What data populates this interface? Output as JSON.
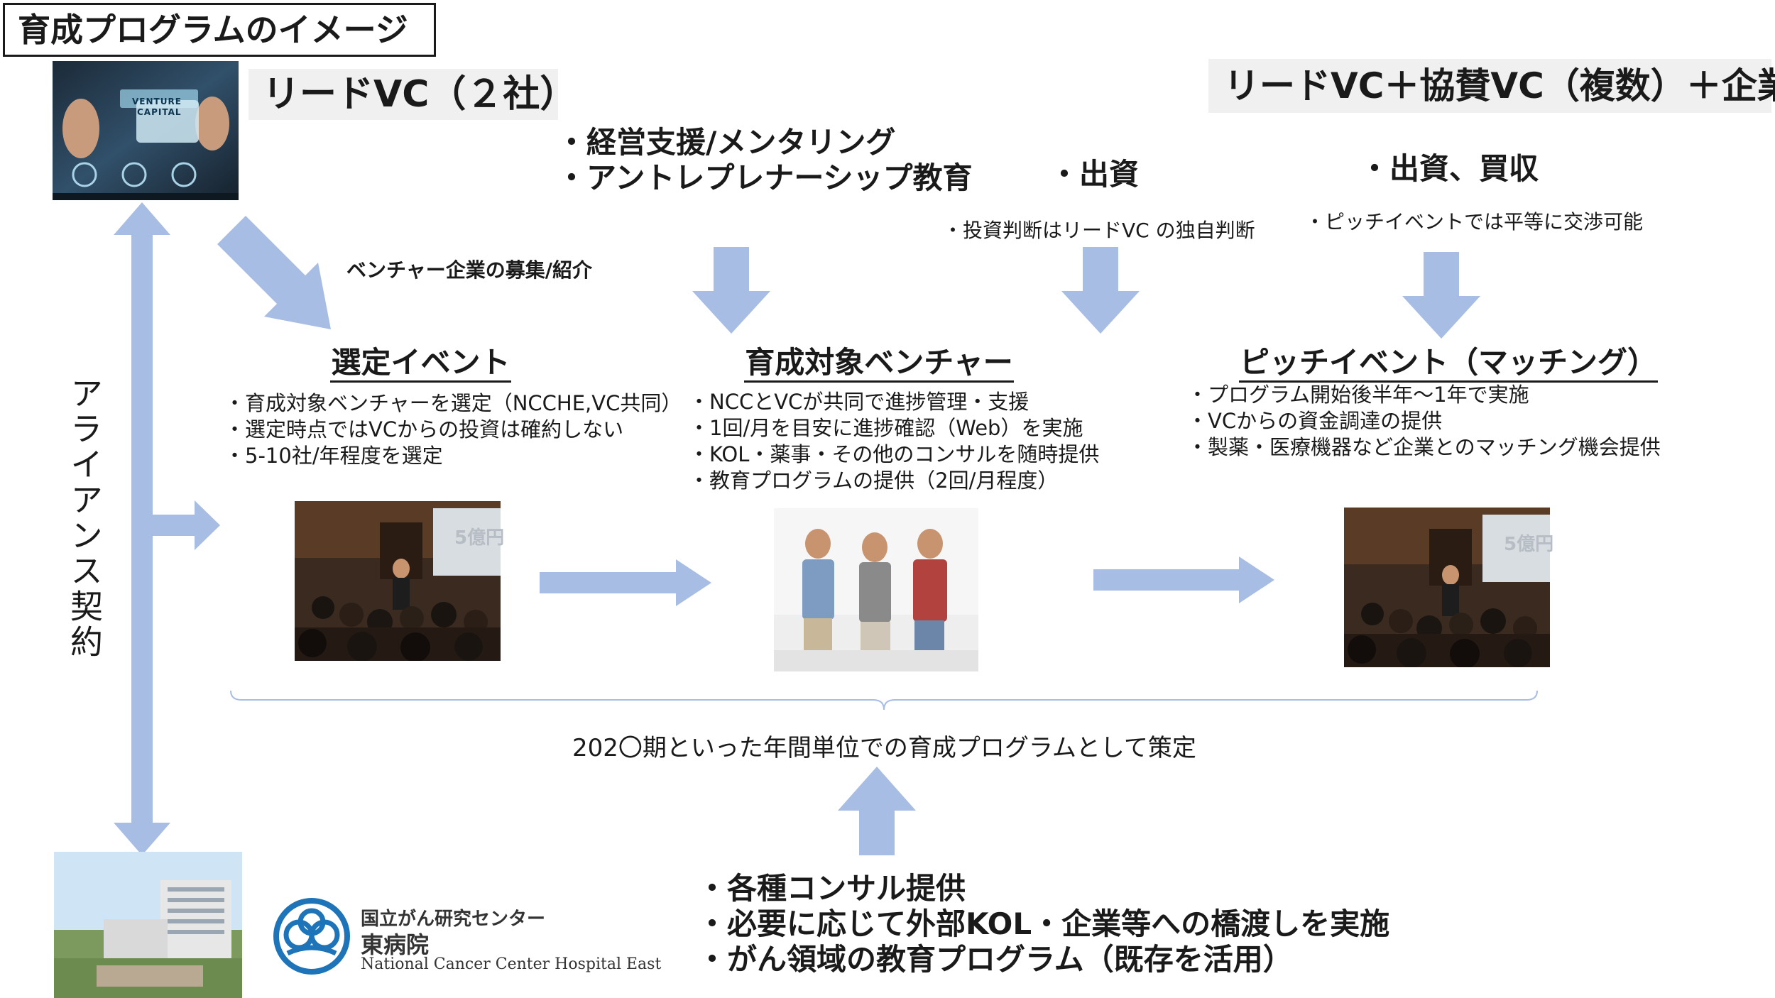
{
  "title": "育成プログラムのイメージ",
  "lead_vc_label": "リードVC（２社）",
  "combo_vc_label": "リードVC＋協賛VC（複数）＋企業",
  "alliance_label": "アライアンス契約",
  "top_roles": {
    "lead_vc_roles": [
      "・経営支援/メンタリング",
      "・アントレプレナーシップ教育"
    ],
    "investment": "・出資",
    "investment_note": "・投資判断はリードVC の独自判断",
    "acquisition": "・出資、買収",
    "acquisition_note": "・ピッチイベントでは平等に交渉可能"
  },
  "recruit_label": "ベンチャー企業の募集/紹介",
  "stages": [
    {
      "title": "選定イベント",
      "bullets": [
        "・育成対象ベンチャーを選定（NCCHE,VC共同）",
        "・選定時点ではVCからの投資は確約しない",
        "・5-10社/年程度を選定"
      ]
    },
    {
      "title": "育成対象ベンチャー",
      "bullets": [
        "・NCCとVCが共同で進捗管理・支援",
        "・1回/月を目安に進捗確認（Web）を実施",
        "・KOL・薬事・その他のコンサルを随時提供",
        "・教育プログラムの提供（2回/月程度）"
      ]
    },
    {
      "title": "ピッチイベント（マッチング）",
      "bullets": [
        "・プログラム開始後半年〜1年で実施",
        "・VCからの資金調達の提供",
        "・製薬・医療機器など企業とのマッチング機会提供"
      ]
    }
  ],
  "photo_labels": {
    "venture_capital_line1": "VENTURE",
    "venture_capital_line2": "CAPITAL",
    "slide_text": "5億円"
  },
  "program_note": "202〇期といった年間単位での育成プログラムとして策定",
  "ncc_support": [
    "・各種コンサル提供",
    "・必要に応じて外部KOL・企業等への橋渡しを実施",
    "・がん領域の教育プログラム（既存を活用）"
  ],
  "logo": {
    "line1": "国立がん研究センター",
    "line2": "東病院",
    "line3": "National Cancer Center Hospital East"
  },
  "colors": {
    "arrow": "#a7bde3",
    "band": "#f0f0f0",
    "logo_blue": "#1d74b8"
  }
}
